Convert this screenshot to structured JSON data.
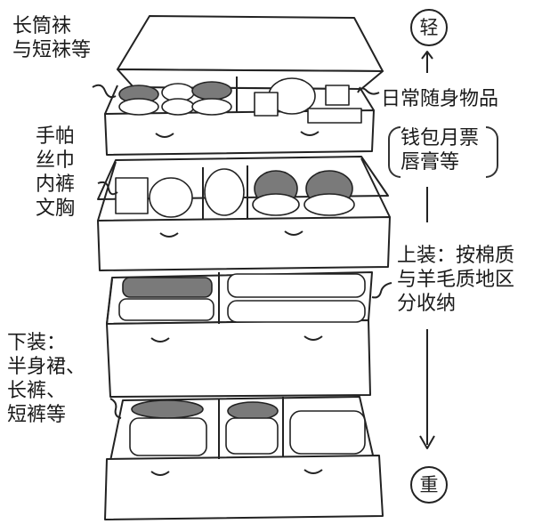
{
  "labels": {
    "top_left": [
      "长筒袜",
      "与短袜等"
    ],
    "second_left": [
      "手帕",
      "丝巾",
      "内裤",
      "文胸"
    ],
    "bottom_left": [
      "下装：",
      "半身裙、",
      "长裤、",
      "短裤等"
    ],
    "right_top": "日常随身物品",
    "right_top_note": [
      "钱包月票",
      "唇膏等"
    ],
    "right_mid": [
      "上装：按棉质",
      "与羊毛质地区",
      "分收纳"
    ]
  },
  "scale": {
    "light": "轻",
    "heavy": "重"
  },
  "colors": {
    "ink": "#222222",
    "paper": "#ffffff",
    "shade": "#7a7a7a"
  }
}
